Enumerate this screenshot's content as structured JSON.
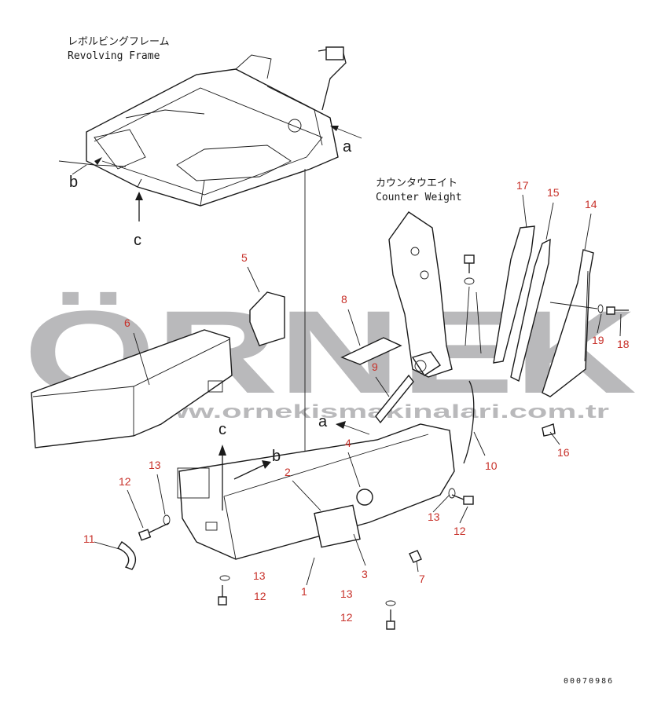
{
  "labels": {
    "frame_jp": "レボルビングフレーム",
    "frame_en": "Revolving Frame",
    "cw_jp": "カウンタウエイト",
    "cw_en": "Counter Weight",
    "drawing_code": "00070986"
  },
  "letters": {
    "a": "a",
    "b": "b",
    "c": "c"
  },
  "watermark": {
    "brand": "ÖRNEK",
    "url": "www.ornekismakinalari.com.tr",
    "brand_color": "#b9b9bb",
    "accent_color": "#f5c400"
  },
  "callouts": [
    "1",
    "2",
    "3",
    "4",
    "5",
    "6",
    "7",
    "8",
    "9",
    "10",
    "11",
    "12",
    "13",
    "14",
    "15",
    "16",
    "17",
    "18",
    "19"
  ],
  "callout_color": "#c8312a"
}
